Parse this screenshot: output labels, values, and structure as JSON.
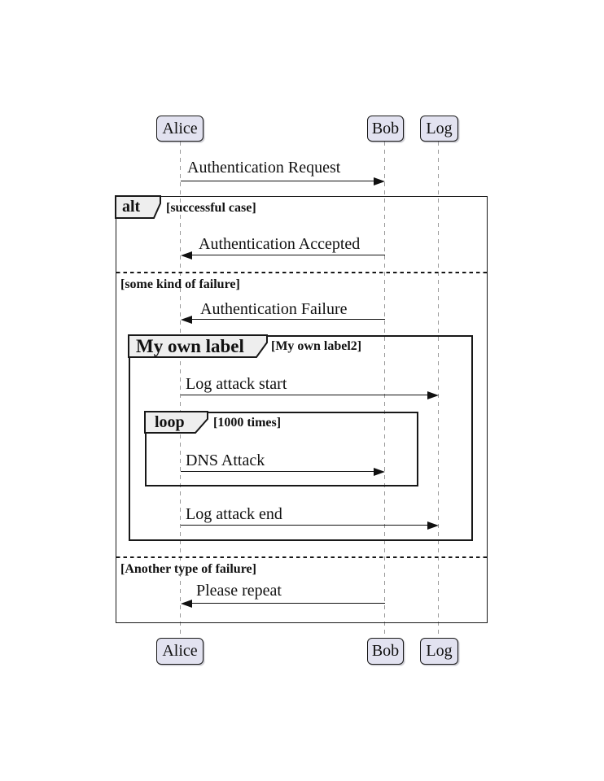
{
  "diagram_type": "uml-sequence-diagram",
  "participants": [
    {
      "name": "Alice"
    },
    {
      "name": "Bob"
    },
    {
      "name": "Log"
    }
  ],
  "messages": [
    {
      "label": "Authentication Request",
      "from": "Alice",
      "to": "Bob"
    },
    {
      "label": "Authentication Accepted",
      "from": "Bob",
      "to": "Alice"
    },
    {
      "label": "Authentication Failure",
      "from": "Bob",
      "to": "Alice"
    },
    {
      "label": "Log attack start",
      "from": "Alice",
      "to": "Log"
    },
    {
      "label": "DNS Attack",
      "from": "Alice",
      "to": "Bob"
    },
    {
      "label": "Log attack end",
      "from": "Alice",
      "to": "Log"
    },
    {
      "label": "Please repeat",
      "from": "Bob",
      "to": "Alice"
    }
  ],
  "frames": {
    "alt": {
      "operator": "alt",
      "guard": "[successful case]"
    },
    "else1": {
      "guard": "[some kind of failure]"
    },
    "group": {
      "operator": "My own label",
      "guard": "[My own label2]"
    },
    "loop": {
      "operator": "loop",
      "guard": "[1000 times]"
    },
    "else2": {
      "guard": "[Another type of failure]"
    }
  },
  "colors": {
    "participant_fill": "#E2E2F0",
    "tab_fill": "#EEEEEE",
    "border": "#181818",
    "lifeline": "#9A9A9A",
    "text": "#111111",
    "background": "#FFFFFF"
  }
}
